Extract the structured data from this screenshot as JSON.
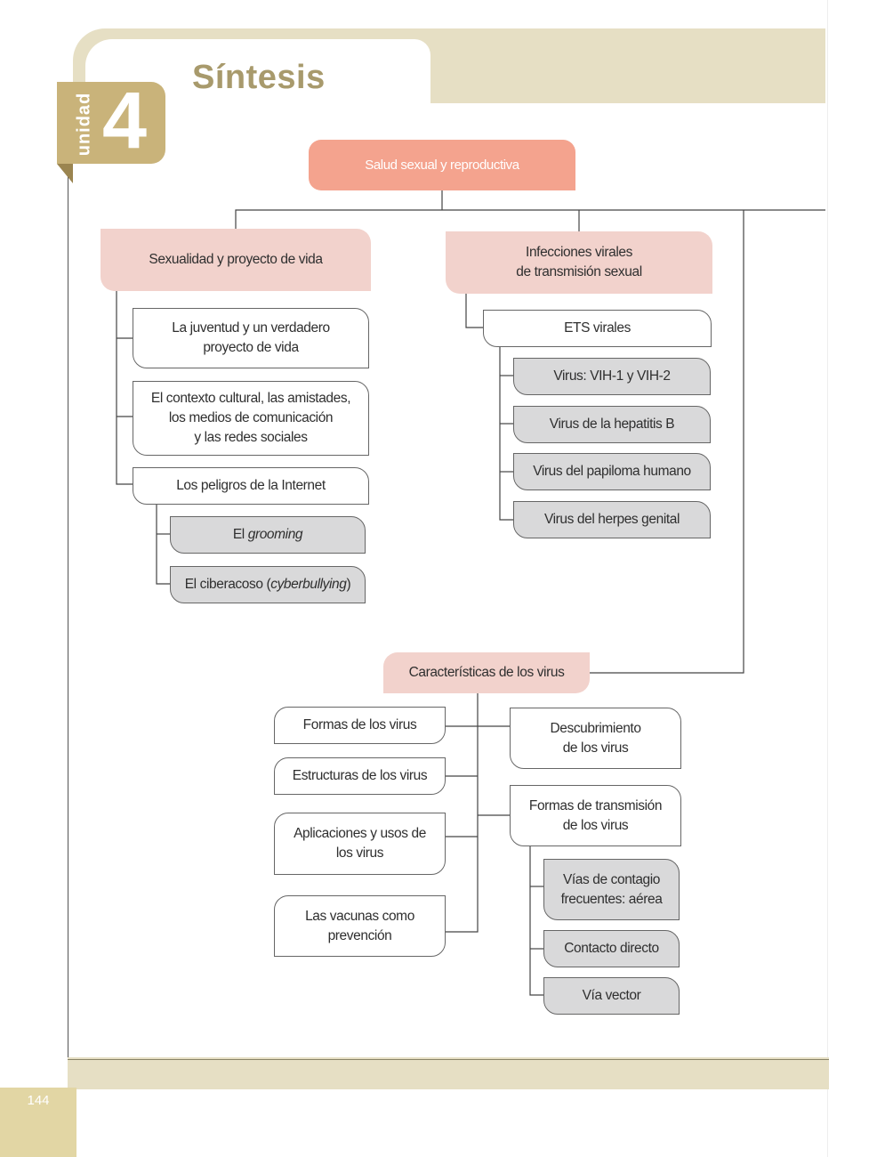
{
  "header": {
    "unit_word": "unidad",
    "unit_number": "4",
    "title": "Síntesis"
  },
  "footer": {
    "page_number": "144"
  },
  "colors": {
    "accent_tan": "#c9b37a",
    "frame_tan": "#e6dfc4",
    "root_fill": "#f4a38e",
    "heading_fill": "#f2d2cc",
    "sub_fill": "#d9d9da"
  },
  "diagram": {
    "root": "Salud sexual y reproductiva",
    "left_branch": {
      "heading": "Sexualidad y proyecto de vida",
      "items": [
        "La juventud y un verdadero\nproyecto de vida",
        "El contexto cultural, las amistades,\nlos medios de comunicación\ny las redes sociales",
        "Los peligros de la Internet"
      ],
      "internet_subitems": [
        {
          "prefix": "El ",
          "em": "grooming",
          "suffix": ""
        },
        {
          "prefix": "El ciberacoso (",
          "em": "cyberbullying",
          "suffix": ")"
        }
      ]
    },
    "right_branch": {
      "heading": "Infecciones virales\nde transmisión sexual",
      "item": "ETS virales",
      "subitems": [
        "Virus: VIH-1 y VIH-2",
        "Virus de la hepatitis B",
        "Virus del papiloma humano",
        "Virus del herpes genital"
      ]
    },
    "virus_branch": {
      "heading": "Características de los virus",
      "left_items": [
        "Formas de los virus",
        "Estructuras de los virus",
        "Aplicaciones y usos de\nlos virus",
        "Las vacunas como\nprevención"
      ],
      "right_items": [
        "Descubrimiento\nde los virus",
        "Formas de transmisión\nde los virus"
      ],
      "transmission_subitems": [
        "Vías de contagio\nfrecuentes: aérea",
        "Contacto directo",
        "Vía vector"
      ]
    }
  }
}
